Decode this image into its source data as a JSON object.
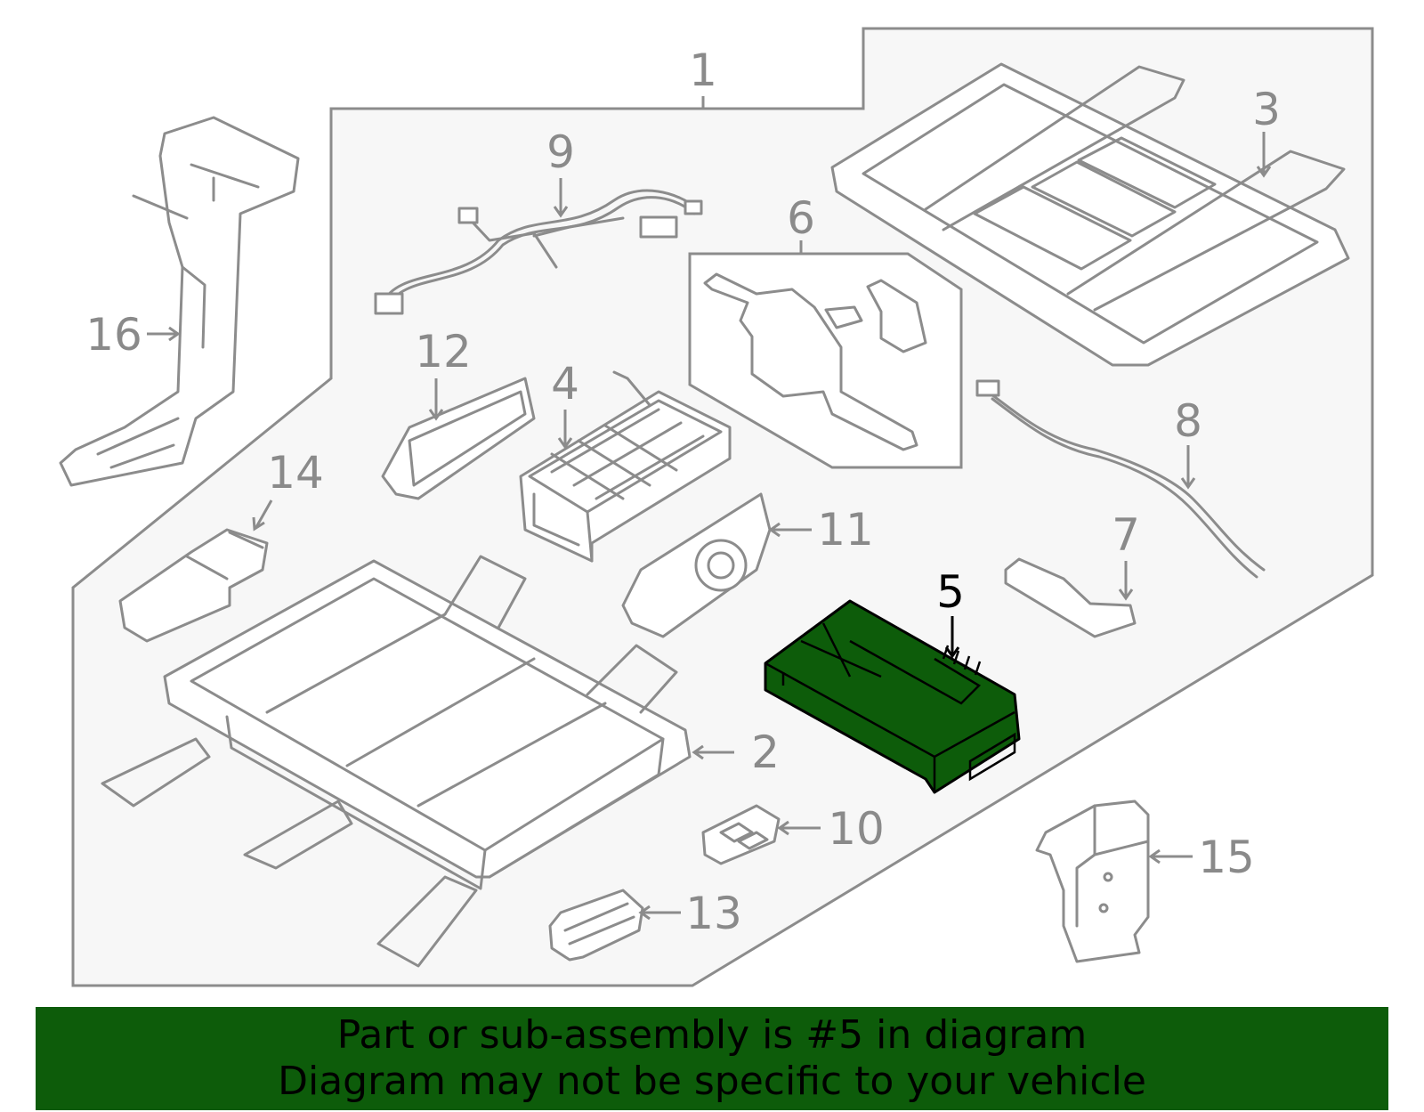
{
  "diagram": {
    "callouts": [
      "1",
      "2",
      "3",
      "4",
      "5",
      "6",
      "7",
      "8",
      "9",
      "10",
      "11",
      "12",
      "13",
      "14",
      "15",
      "16"
    ],
    "highlighted_part": "5"
  },
  "banner": {
    "line1": "Part or sub-assembly is #5 in diagram",
    "line2": "Diagram may not be specific to your vehicle"
  },
  "colors": {
    "highlight": "#0d5c0a",
    "banner": "#0d5c0a",
    "panel": "#f7f7f7",
    "line": "#8c8c8c"
  }
}
